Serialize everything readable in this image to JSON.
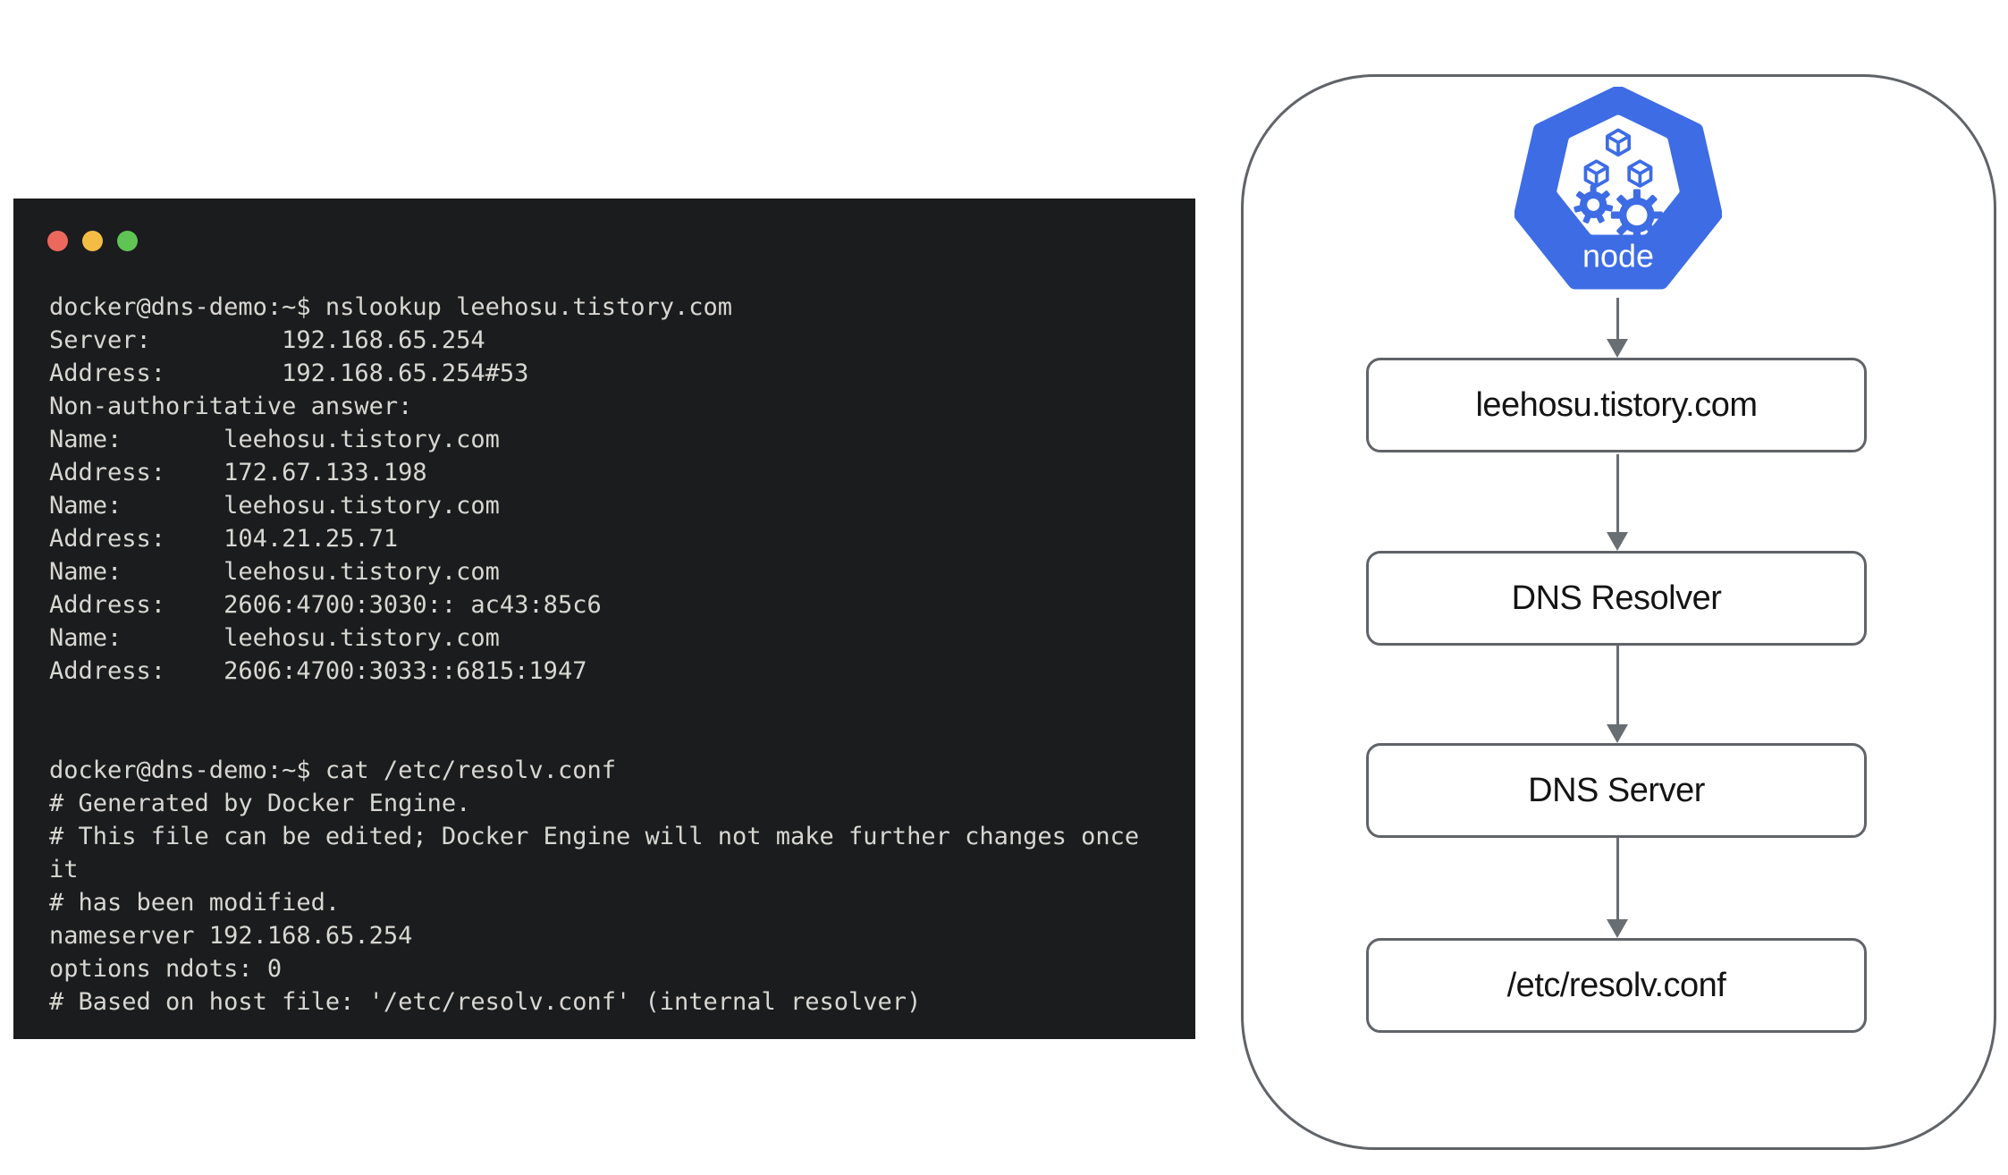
{
  "terminal": {
    "window_controls": [
      "close",
      "minimize",
      "zoom"
    ],
    "lines": [
      "docker@dns-demo:~$ nslookup leehosu.tistory.com",
      "Server:         192.168.65.254",
      "Address:        192.168.65.254#53",
      "Non-authoritative answer:",
      "Name:       leehosu.tistory.com",
      "Address:    172.67.133.198",
      "Name:       leehosu.tistory.com",
      "Address:    104.21.25.71",
      "Name:       leehosu.tistory.com",
      "Address:    2606:4700:3030:: ac43:85c6",
      "Name:       leehosu.tistory.com",
      "Address:    2606:4700:3033::6815:1947",
      "",
      "",
      "docker@dns-demo:~$ cat /etc/resolv.conf",
      "# Generated by Docker Engine.",
      "# This file can be edited; Docker Engine will not make further changes once it",
      "# has been modified.",
      "nameserver 192.168.65.254",
      "options ndots: 0",
      "# Based on host file: '/etc/resolv.conf' (internal resolver)"
    ]
  },
  "diagram": {
    "node_icon": "kubernetes-node-icon",
    "node_label": "node",
    "steps": [
      {
        "label": "leehosu.tistory.com"
      },
      {
        "label": "DNS Resolver"
      },
      {
        "label": "DNS Server"
      },
      {
        "label": "/etc/resolv.conf"
      }
    ]
  },
  "colors": {
    "terminal_background": "#1b1c1e",
    "terminal_text": "#d8d7d2",
    "traffic_red": "#ec685c",
    "traffic_yellow": "#f3bd45",
    "traffic_green": "#5fc454",
    "kubernetes_blue": "#3d6ce5",
    "diagram_border": "#606468",
    "arrow_gray": "#696e73",
    "box_text": "#141414"
  }
}
